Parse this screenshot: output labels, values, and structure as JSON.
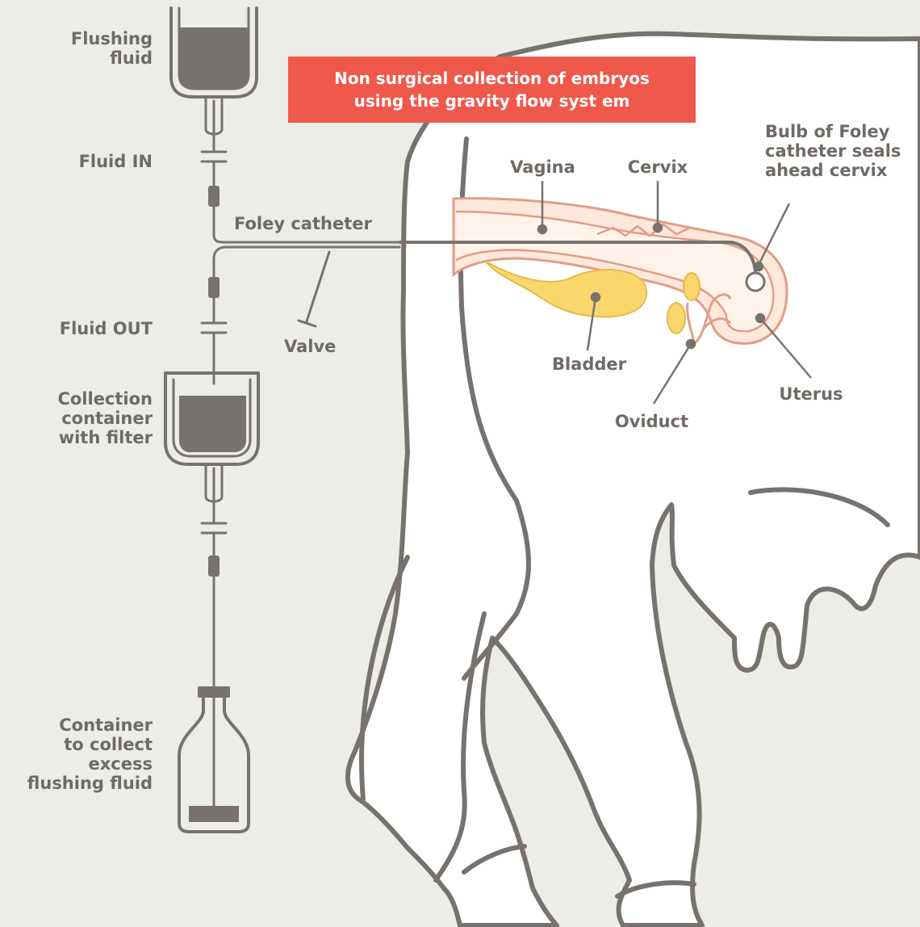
{
  "title": "Non surgical collection of embryos\nusing the gravity flow syst em",
  "labels": {
    "flushing_fluid": "Flushing\nfluid",
    "fluid_in": "Fluid IN",
    "foley_catheter": "Foley catheter",
    "fluid_out": "Fluid OUT",
    "valve": "Valve",
    "collection_container": "Collection\ncontainer\nwith filter",
    "excess_container": "Container\nto collect\nexcess\nflushing fluid",
    "vagina": "Vagina",
    "cervix": "Cervix",
    "bulb": "Bulb of Foley\ncatheter seals\nahead cervix",
    "bladder": "Bladder",
    "uterus": "Uterus",
    "oviduct": "Oviduct"
  },
  "colors": {
    "background": "#ecede7",
    "line": "#77726e",
    "fluid": "#77726e",
    "title_bg": "#f0584c",
    "title_text": "#ffffff",
    "tract_fill": "#fde8dc",
    "tract_stroke": "#e39c88",
    "organ_yellow": "#f9d76c",
    "label_text": "#6f6a66"
  }
}
